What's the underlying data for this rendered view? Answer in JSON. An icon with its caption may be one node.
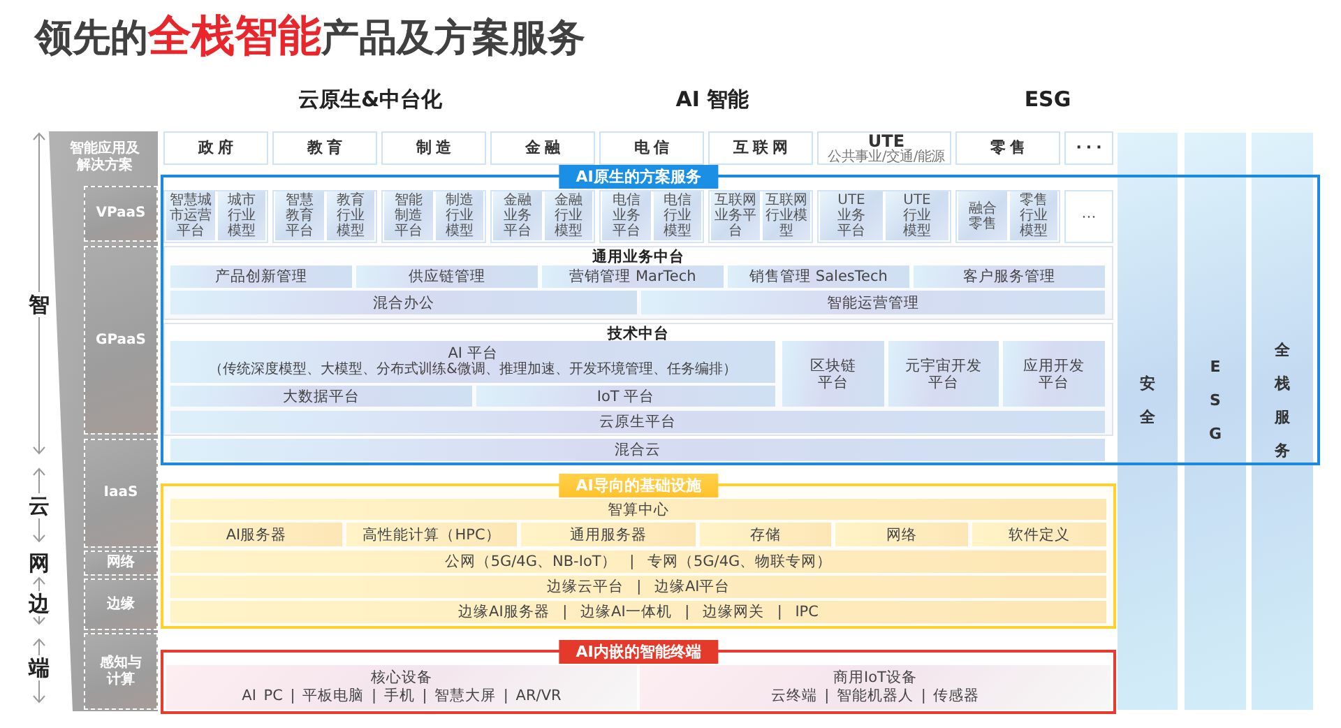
{
  "diagram": {
    "title": "领先的**全栈智能**产品及方案服务",
    "nodes": [
      {
        "text": [
          "智能应用及解决方案"
        ]
      },
      {
        "text": [
          "VPaaS"
        ],
        "in": 0
      },
      {
        "text": [
          "GPaaS"
        ],
        "in": 0
      },
      {
        "text": [
          "IaaS"
        ],
        "in": 0
      },
      {
        "text": [
          "网络"
        ],
        "in": 0
      },
      {
        "text": [
          "边缘"
        ],
        "in": 0
      },
      {
        "text": [
          "感知与计算"
        ],
        "in": 0
      },
      {
        "text": [
          "政府"
        ]
      },
      {
        "text": [
          "教育"
        ]
      },
      {
        "text": [
          "制造"
        ]
      },
      {
        "text": [
          "金融"
        ]
      },
      {
        "text": [
          "电信"
        ]
      },
      {
        "text": [
          "互联网"
        ]
      },
      {
        "text": [
          "UTE",
          "公共事业/交通/能源"
        ]
      },
      {
        "text": [
          "零售"
        ]
      },
      {
        "text": [
          "···"
        ]
      },
      {
        "text": [
          "AI原生的方案服务"
        ]
      },
      {
        "text": [],
        "shape": "box",
        "in": 16
      },
      {
        "text": [
          "智慧城市运营平台"
        ],
        "in": 17
      },
      {
        "text": [
          "城市行业模型"
        ],
        "in": 17
      },
      {
        "text": [],
        "shape": "box",
        "in": 16
      },
      {
        "text": [
          "智慧教育平台"
        ],
        "in": 20
      },
      {
        "text": [
          "教育行业模型"
        ],
        "in": 20
      },
      {
        "text": [],
        "shape": "box",
        "in": 16
      },
      {
        "text": [
          "智能制造平台"
        ],
        "in": 23
      },
      {
        "text": [
          "制造行业模型"
        ],
        "in": 23
      },
      {
        "text": [],
        "shape": "box",
        "in": 16
      },
      {
        "text": [
          "金融业务平台"
        ],
        "in": 26
      },
      {
        "text": [
          "金融行业模型"
        ],
        "in": 26
      },
      {
        "text": [],
        "shape": "box",
        "in": 16
      },
      {
        "text": [
          "电信业务平台"
        ],
        "in": 29
      },
      {
        "text": [
          "电信行业模型"
        ],
        "in": 29
      },
      {
        "text": [],
        "shape": "box",
        "in": 16
      },
      {
        "text": [
          "互联网业务平台"
        ],
        "in": 32
      },
      {
        "text": [
          "互联网行业模型"
        ],
        "in": 32
      },
      {
        "text": [],
        "shape": "box",
        "in": 16
      },
      {
        "text": [
          "UTE业务平台"
        ],
        "in": 35
      },
      {
        "text": [
          "UTE行业模型"
        ],
        "in": 35
      },
      {
        "text": [],
        "shape": "box",
        "in": 16
      },
      {
        "text": [
          "融合零售"
        ],
        "in": 38
      },
      {
        "text": [
          "零售行业模型"
        ],
        "in": 38
      },
      {
        "text": [
          "···"
        ],
        "in": 16
      },
      {
        "text": [
          "通用业务中台"
        ],
        "in": 16
      },
      {
        "text": [
          "产品创新管理"
        ],
        "in": 42
      },
      {
        "text": [
          "供应链管理"
        ],
        "in": 42
      },
      {
        "text": [
          "营销管理 MarTech"
        ],
        "in": 42
      },
      {
        "text": [
          "销售管理 SalesTech"
        ],
        "in": 42
      },
      {
        "text": [
          "客户服务管理"
        ],
        "in": 42
      },
      {
        "text": [
          "混合办公"
        ],
        "in": 42
      },
      {
        "text": [
          "智能运营管理"
        ],
        "in": 42
      },
      {
        "text": [
          "技术中台"
        ],
        "in": 16
      },
      {
        "text": [
          "AI 平台",
          "（传统深度模型、大模型、分布式训练&微调、推理加速、开发环境管理、任务编排）"
        ],
        "in": 50
      },
      {
        "text": [
          "区块链平台"
        ],
        "in": 50
      },
      {
        "text": [
          "元宇宙开发平台"
        ],
        "in": 50
      },
      {
        "text": [
          "应用开发平台"
        ],
        "in": 50
      },
      {
        "text": [
          "大数据平台"
        ],
        "in": 50
      },
      {
        "text": [
          "IoT 平台"
        ],
        "in": 50
      },
      {
        "text": [
          "云原生平台"
        ],
        "in": 50
      },
      {
        "text": [
          "混合云"
        ],
        "in": 16
      },
      {
        "text": [
          "AI导向的基础设施"
        ]
      },
      {
        "text": [
          "智算中心"
        ],
        "in": 59
      },
      {
        "text": [
          "AI服务器"
        ],
        "in": 59
      },
      {
        "text": [
          "高性能计算（HPC）"
        ],
        "in": 59
      },
      {
        "text": [
          "通用服务器"
        ],
        "in": 59
      },
      {
        "text": [
          "存储"
        ],
        "in": 59
      },
      {
        "text": [
          "网络"
        ],
        "in": 59
      },
      {
        "text": [
          "软件定义"
        ],
        "in": 59
      },
      {
        "text": [
          "公网（5G/4G、NB-IoT） | 专网（5G/4G、物联专网）"
        ],
        "in": 59
      },
      {
        "text": [
          "边缘云平台 | 边缘AI平台"
        ],
        "in": 59
      },
      {
        "text": [
          "边缘AI服务器 | 边缘AI一体机 | 边缘网关 | IPC"
        ],
        "in": 59
      },
      {
        "text": [
          "AI内嵌的智能终端"
        ]
      },
      {
        "text": [
          "核心设备",
          "AI PC | 平板电脑 | 手机 | 智慧大屏 | AR/VR"
        ],
        "in": 70
      },
      {
        "text": [
          "商用IoT设备",
          "云终端 | 智能机器人 | 传感器"
        ],
        "in": 70
      },
      {
        "text": [
          "安全"
        ]
      },
      {
        "text": [
          "ESG"
        ]
      },
      {
        "text": [
          "全栈服务"
        ]
      }
    ],
    "labels": [
      "云原生&中台化",
      "AI 智能",
      "ESG",
      "智",
      "云",
      "网",
      "边",
      "端"
    ]
  }
}
